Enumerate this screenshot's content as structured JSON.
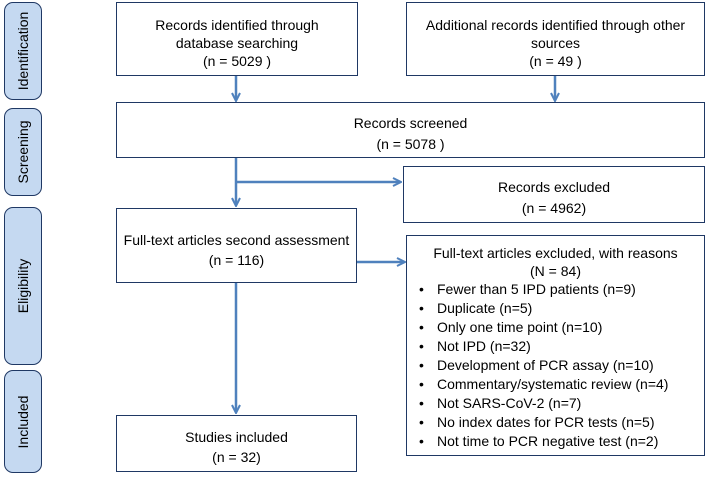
{
  "phases": {
    "identification": "Identification",
    "screening": "Screening",
    "eligibility": "Eligibility",
    "included": "Included"
  },
  "boxes": {
    "db_search": {
      "line1": "Records identified through",
      "line2": "database searching",
      "count": "(n = 5029 )"
    },
    "other_sources": {
      "line1": "Additional records identified through other",
      "line2": "sources",
      "count": "(n = 49 )"
    },
    "screened": {
      "title": "Records screened",
      "count": "(n =  5078 )"
    },
    "excluded": {
      "title": "Records excluded",
      "count": "(n =  4962)"
    },
    "fulltext": {
      "title": "Full-text articles second assessment",
      "count": "(n =  116)"
    },
    "fulltext_excluded": {
      "title": "Full-text articles excluded, with reasons",
      "count": "(N = 84)",
      "reasons": [
        "Fewer than 5 IPD patients (n=9)",
        "Duplicate (n=5)",
        "Only one time point (n=10)",
        "Not IPD (n=32)",
        "Development of PCR assay (n=10)",
        "Commentary/systematic review (n=4)",
        "Not SARS-CoV-2 (n=7)",
        "No index dates for PCR tests (n=5)",
        "Not time to PCR negative test (n=2)"
      ]
    },
    "included": {
      "title": "Studies included",
      "count": "(n =  32)"
    }
  },
  "colors": {
    "arrow": "#4f81bd",
    "border": "#1f3864",
    "phase_fill": "#c5d9f1"
  }
}
